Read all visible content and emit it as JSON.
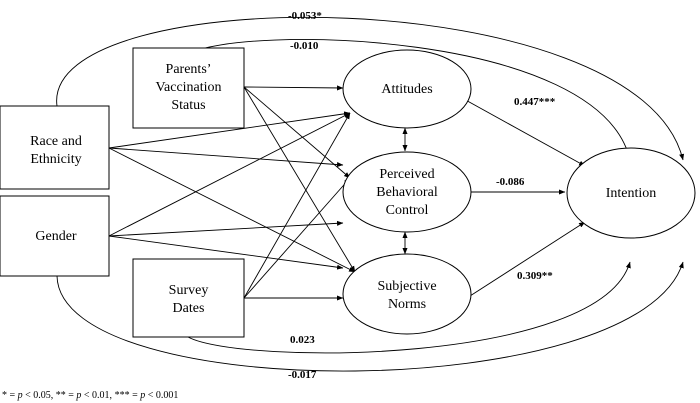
{
  "nodes": {
    "parents_vaccination": {
      "lines": [
        "Parents’",
        "Vaccination",
        "Status"
      ]
    },
    "race_ethnicity": {
      "lines": [
        "Race and",
        "Ethnicity"
      ]
    },
    "gender": {
      "lines": [
        "Gender"
      ]
    },
    "survey_dates": {
      "lines": [
        "Survey",
        "Dates"
      ]
    },
    "attitudes": {
      "lines": [
        "Attitudes"
      ]
    },
    "pbc": {
      "lines": [
        "Perceived",
        "Behavioral",
        "Control"
      ]
    },
    "subjective_norms": {
      "lines": [
        "Subjective",
        "Norms"
      ]
    },
    "intention": {
      "lines": [
        "Intention"
      ]
    }
  },
  "coefficients": {
    "race_to_intention": "-0.053*",
    "parents_to_intention": "-0.010",
    "attitudes_to_intention": "0.447***",
    "pbc_to_intention": "-0.086",
    "norms_to_intention": "0.309**",
    "survey_to_intention": "0.023",
    "gender_to_intention": "-0.017"
  },
  "footnote": {
    "s1": "* = ",
    "p1": "p",
    "t1": " < 0.05, ",
    "s2": "** = ",
    "p2": "p",
    "t2": " < 0.01, ",
    "s3": "*** = ",
    "p3": "p",
    "t3": " < 0.001"
  }
}
